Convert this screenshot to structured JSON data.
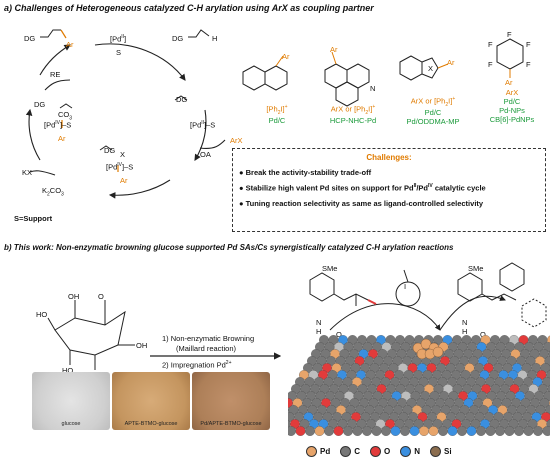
{
  "section_a": {
    "title": "a) Challenges of Heterogeneous catalyzed C-H arylation using ArX as coupling partner",
    "cycle": {
      "pd2": "[Pd",
      "pd2_sup": "II",
      "pd2_s": "S",
      "dg": "DG",
      "h": "H",
      "ar": "Ar",
      "re": "RE",
      "oa": "OA",
      "arx": "ArX",
      "kx": "KX",
      "k2co3": "K",
      "k2co3_sub": "2",
      "k2co3_tail": "CO",
      "k2co3_sub2": "3",
      "pd4": "[Pd",
      "pd4_sup": "IV",
      "x": "X",
      "co3": "CO",
      "co3_sub": "3",
      "s_dash": "]–S",
      "support_label": "S=Support"
    },
    "catalysts": [
      {
        "line1": "[Ph",
        "line1_sub": "2",
        "line1_tail": "I]",
        "line1_sup": "+",
        "line2": "Pd/C"
      },
      {
        "line1": "ArX or [Ph",
        "line1_sub": "2",
        "line1_tail": "I]",
        "line1_sup": "+",
        "line2": "HCP-NHC-Pd"
      },
      {
        "line1": "ArX or [Ph",
        "line1_sub": "2",
        "line1_tail": "I]",
        "line1_sup": "+",
        "line2": "Pd/C",
        "line3": "Pd/ODDMA-MP"
      },
      {
        "line1": "ArX",
        "line2": "Pd/C",
        "line3": "Pd-NPs",
        "line4": "CB[6]-PdNPs"
      }
    ],
    "challenges": {
      "title": "Challenges:",
      "items": [
        "Break the activity-stability trade-off",
        "Stabilize high valent Pd sites on support for Pd",
        "Tuning reaction selectivity as same as ligand-controlled selectivity"
      ],
      "item2_sup1": "II",
      "item2_mid": "/Pd",
      "item2_sup2": "IV",
      "item2_tail": " catalytic cycle"
    }
  },
  "section_b": {
    "title": "b) This work: Non-enzymatic browning glucose supported Pd SAs/Cs synergistically catalyzed C-H arylation reactions",
    "step1": "1) Non-enzymatic Browning",
    "step1b": "(Maillard reaction)",
    "step2": "2) Impregnation Pd",
    "step2_sup": "2+",
    "glucose_oh": "OH",
    "glucose_ho": "HO",
    "glucose_o": "O",
    "sme": "SMe",
    "nh": "N",
    "nh_h": "H",
    "o": "O",
    "i": "I",
    "photos": [
      {
        "caption": "glucose",
        "color": "#d8d8d8"
      },
      {
        "caption": "APTE-BTMO-glucose",
        "color": "#c99a62"
      },
      {
        "caption": "Pd/APTE-BTMO-glucose",
        "color": "#b1815a"
      }
    ],
    "legend": [
      {
        "label": "Pd",
        "color": "#e7a46a"
      },
      {
        "label": "C",
        "color": "#777777"
      },
      {
        "label": "O",
        "color": "#e23b3b"
      },
      {
        "label": "N",
        "color": "#3a8fe0"
      },
      {
        "label": "Si",
        "color": "#8b6d4e"
      }
    ]
  }
}
